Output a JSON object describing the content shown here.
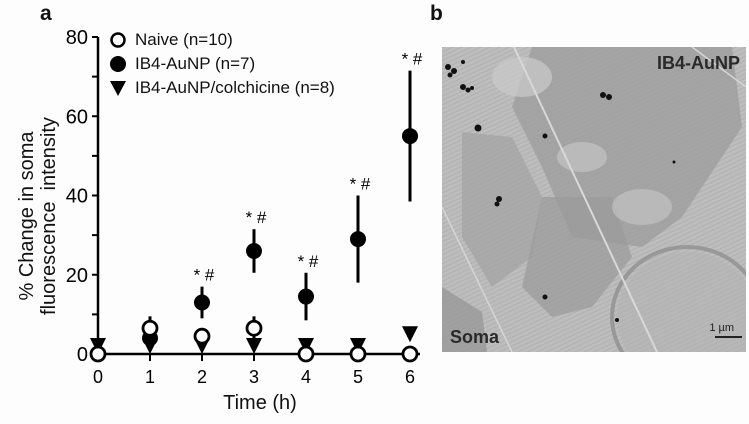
{
  "panel_a": {
    "label": "a"
  },
  "panel_b": {
    "label": "b",
    "image_label": "IB4-AuNP",
    "soma_label": "Soma",
    "scale_bar": "1 µm"
  },
  "legend": {
    "items": [
      {
        "symbol": "open-circle",
        "label": "Naive (n=10)"
      },
      {
        "symbol": "filled-circle",
        "label": "IB4-AuNP (n=7)"
      },
      {
        "symbol": "filled-down-triangle",
        "label": "IB4-AuNP/colchicine (n=8)"
      }
    ]
  },
  "axes": {
    "ylabel_line1": "% Change in soma",
    "ylabel_line2": "fluorescence  intensity",
    "xlabel": "Time (h)"
  },
  "chart_data": {
    "type": "scatter",
    "title": "",
    "xlabel": "Time (h)",
    "ylabel": "% Change in soma fluorescence intensity",
    "x": [
      0,
      1,
      2,
      3,
      4,
      5,
      6
    ],
    "xticks": [
      "0",
      "1",
      "2",
      "3",
      "4",
      "5",
      "6"
    ],
    "yticks": [
      "0",
      "20",
      "40",
      "60",
      "80"
    ],
    "ylim": [
      0,
      80
    ],
    "grid": false,
    "legend_position": "top-left",
    "series": [
      {
        "name": "Naive (n=10)",
        "marker": "open-circle",
        "values": [
          0,
          6.5,
          4.5,
          6.5,
          0,
          0,
          0
        ],
        "err": [
          0,
          3,
          0,
          3,
          0,
          0,
          0
        ]
      },
      {
        "name": "IB4-AuNP (n=7)",
        "marker": "filled-circle",
        "values": [
          0,
          4,
          13,
          26,
          14.5,
          29,
          55
        ],
        "err": [
          0,
          0,
          4,
          5.5,
          6,
          11,
          16.5
        ]
      },
      {
        "name": "IB4-AuNP/colchicine (n=8)",
        "marker": "filled-down-triangle",
        "values": [
          0,
          0,
          0,
          0,
          0,
          0,
          5
        ],
        "err": [
          0,
          0,
          0,
          0,
          0,
          0,
          0
        ]
      }
    ],
    "annotations": [
      {
        "x": 2,
        "text": "* #"
      },
      {
        "x": 3,
        "text": "* #"
      },
      {
        "x": 4,
        "text": "* #"
      },
      {
        "x": 5,
        "text": "* #"
      },
      {
        "x": 6,
        "text": "* #"
      }
    ]
  }
}
